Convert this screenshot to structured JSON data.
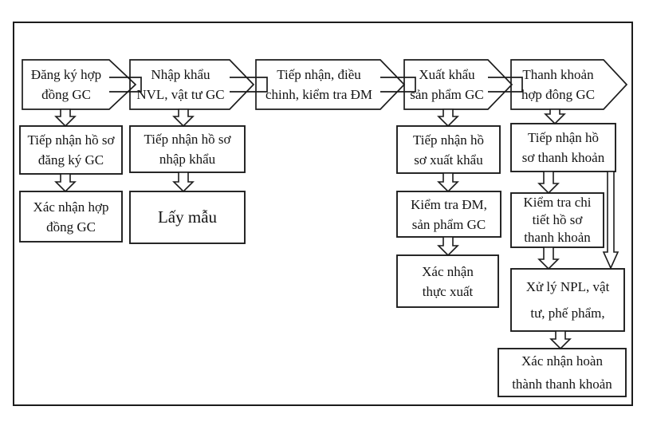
{
  "diagram": {
    "type": "flowchart",
    "colors": {
      "line": "#1c1c1c",
      "text": "#141414",
      "background": "#ffffff"
    },
    "stages": [
      {
        "label": "Đăng ký hợp\nđồng GC"
      },
      {
        "label": "Nhập khẩu\nNVL, vật tư GC"
      },
      {
        "label": "Tiếp nhận, điều\nchinh, kiểm tra ĐM"
      },
      {
        "label": "Xuất khẩu\nsản phẩm GC"
      },
      {
        "label": "Thanh khoản\nhợp đông GC"
      }
    ],
    "steps": {
      "stage1": [
        "Tiếp nhận hồ sơ\nđăng ký GC",
        "Xác nhận hợp\nđồng GC"
      ],
      "stage2": [
        "Tiếp nhận hồ sơ\nnhập khẩu",
        "Lấy mẫu"
      ],
      "stage4": [
        "Tiếp nhận hồ\nsơ xuất khẩu",
        "Kiểm tra ĐM,\nsản phẩm GC",
        "Xác nhận\nthực xuất"
      ],
      "stage5": [
        "Tiếp nhận hồ\nsơ thanh khoản",
        "Kiểm tra chi\ntiết hồ sơ\nthanh khoản",
        "Xử lý NPL, vật\ntư, phế phẩm,",
        "Xác nhận hoàn\nthành thanh khoản"
      ]
    }
  }
}
